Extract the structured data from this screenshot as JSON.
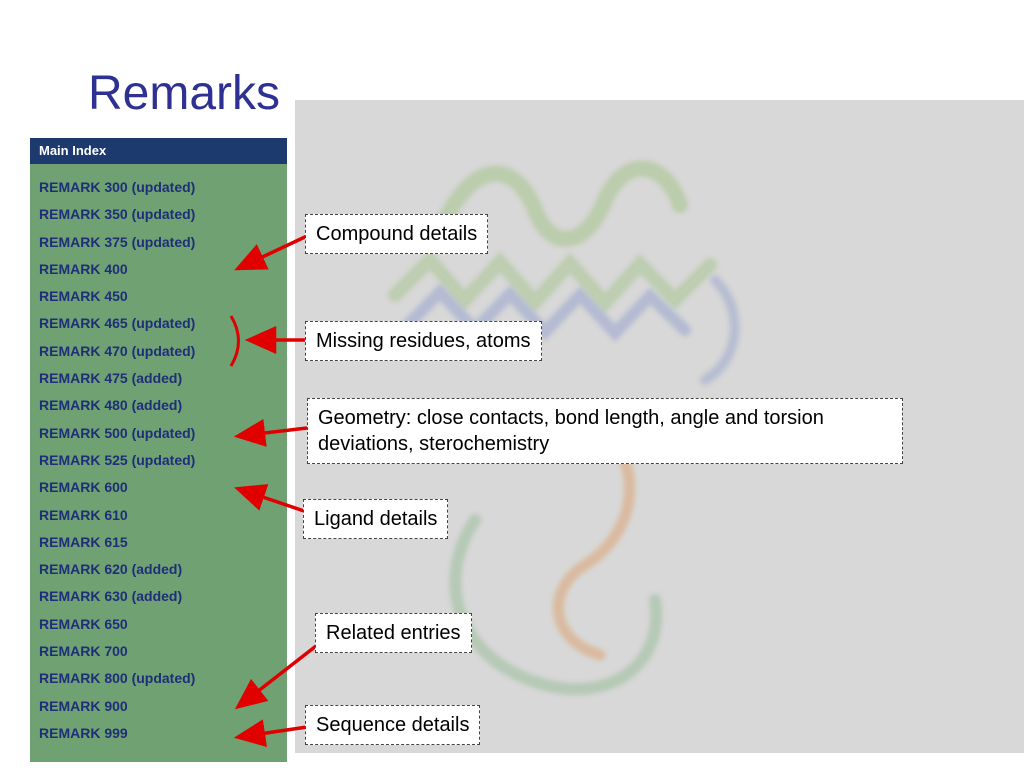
{
  "slide": {
    "title": "Remarks"
  },
  "sidebar": {
    "header": "Main Index",
    "items": [
      {
        "label": "REMARK 300 (updated)"
      },
      {
        "label": "REMARK 350 (updated)"
      },
      {
        "label": "REMARK 375 (updated)"
      },
      {
        "label": "REMARK 400"
      },
      {
        "label": "REMARK 450"
      },
      {
        "label": "REMARK 465 (updated)"
      },
      {
        "label": "REMARK 470 (updated)"
      },
      {
        "label": "REMARK 475 (added)"
      },
      {
        "label": "REMARK 480 (added)"
      },
      {
        "label": "REMARK 500 (updated)"
      },
      {
        "label": "REMARK 525 (updated)"
      },
      {
        "label": "REMARK 600"
      },
      {
        "label": "REMARK 610"
      },
      {
        "label": "REMARK 615"
      },
      {
        "label": "REMARK 620 (added)"
      },
      {
        "label": "REMARK 630 (added)"
      },
      {
        "label": "REMARK 650"
      },
      {
        "label": "REMARK 700"
      },
      {
        "label": "REMARK 800 (updated)"
      },
      {
        "label": "REMARK 900"
      },
      {
        "label": "REMARK 999"
      }
    ]
  },
  "annotations": [
    {
      "text": "Compound details"
    },
    {
      "text": "Missing residues, atoms"
    },
    {
      "text": "Geometry: close contacts, bond length, angle and torsion deviations, sterochemistry"
    },
    {
      "text": "Ligand details"
    },
    {
      "text": "Related entries"
    },
    {
      "text": "Sequence details"
    }
  ],
  "colors": {
    "title": "#2E3192",
    "sidebar_header_bg": "#1C3A6E",
    "sidebar_header_text": "#FFFFFF",
    "sidebar_bg": "#6FA173",
    "sidebar_item_text": "#1F2E78",
    "panel_bg": "#D8D8D8",
    "arrow": "#E00000",
    "label_border": "#444444"
  }
}
